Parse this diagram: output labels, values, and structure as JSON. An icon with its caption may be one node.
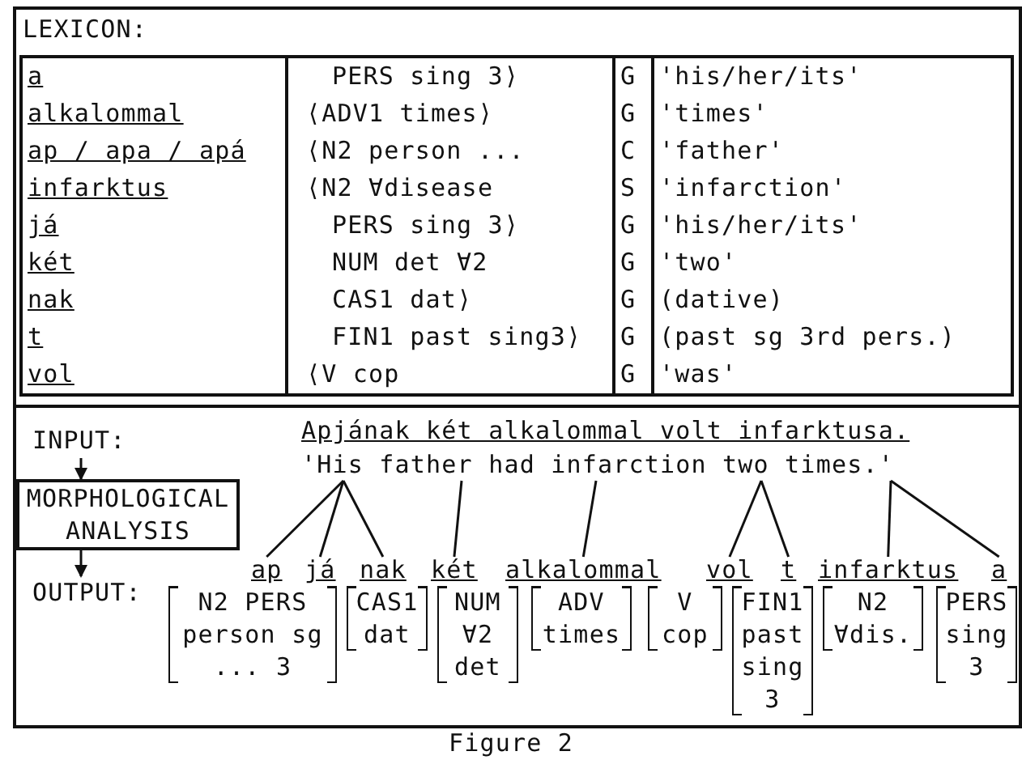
{
  "diagram": {
    "caption": "Figure 2",
    "nodes": [
      {
        "text": [
          "INPUT:"
        ]
      },
      {
        "text": [
          "MORPHOLOGICAL ANALYSIS"
        ]
      },
      {
        "text": [
          "OUTPUT:"
        ]
      },
      {
        "text": [
          "Apjának két alkalommal volt infarktusa.",
          "'His father had infarction two times.'"
        ]
      },
      {
        "text": [
          "ap"
        ]
      },
      {
        "text": [
          "já"
        ]
      },
      {
        "text": [
          "nak"
        ]
      },
      {
        "text": [
          "két"
        ]
      },
      {
        "text": [
          "alkalommal"
        ]
      },
      {
        "text": [
          "vol"
        ]
      },
      {
        "text": [
          "t"
        ]
      },
      {
        "text": [
          "infarktus"
        ]
      },
      {
        "text": [
          "a"
        ]
      }
    ],
    "edges": [
      {
        "from": 0,
        "to": 1,
        "arrow": "to"
      },
      {
        "from": 1,
        "to": 2,
        "arrow": "to"
      },
      {
        "from": 3,
        "to": 4,
        "arrow": "none"
      },
      {
        "from": 3,
        "to": 5,
        "arrow": "none"
      },
      {
        "from": 3,
        "to": 6,
        "arrow": "none"
      },
      {
        "from": 3,
        "to": 7,
        "arrow": "none"
      },
      {
        "from": 3,
        "to": 8,
        "arrow": "none"
      },
      {
        "from": 3,
        "to": 9,
        "arrow": "none"
      },
      {
        "from": 3,
        "to": 10,
        "arrow": "none"
      },
      {
        "from": 3,
        "to": 11,
        "arrow": "none"
      },
      {
        "from": 3,
        "to": 12,
        "arrow": "none"
      }
    ],
    "labels": [
      "LEXICON:",
      "a",
      "PERS sing 3⟩",
      "G",
      "'his/her/its'",
      "alkalommal",
      "⟨ADV1 times⟩",
      "G",
      "'times'",
      "ap / apa / apá",
      "⟨N2 person ...",
      "C",
      "'father'",
      "infarktus",
      "⟨N2 ∀disease",
      "S",
      "'infarction'",
      "já",
      "PERS sing 3⟩",
      "G",
      "'his/her/its'",
      "két",
      "NUM det ∀2",
      "G",
      "'two'",
      "nak",
      "CAS1 dat⟩",
      "G",
      "(dative)",
      "t",
      "FIN1 past sing3⟩",
      "G",
      "(past sg 3rd pers.)",
      "vol",
      "⟨V cop",
      "G",
      "'was'",
      "N2 PERS person sg ... 3",
      "CAS1 dat",
      "NUM ∀2 det",
      "ADV times",
      "V cop",
      "FIN1 past sing 3",
      "N2 ∀dis.",
      "PERS sing 3"
    ]
  }
}
